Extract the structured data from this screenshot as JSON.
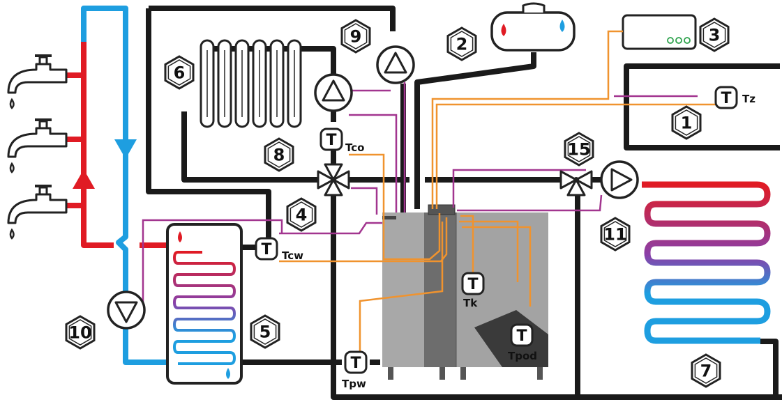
{
  "diagram": {
    "badges": [
      {
        "id": "b1",
        "text": "1"
      },
      {
        "id": "b2",
        "text": "2"
      },
      {
        "id": "b3",
        "text": "3"
      },
      {
        "id": "b4",
        "text": "4"
      },
      {
        "id": "b5",
        "text": "5"
      },
      {
        "id": "b6",
        "text": "6"
      },
      {
        "id": "b7",
        "text": "7"
      },
      {
        "id": "b8",
        "text": "8"
      },
      {
        "id": "b9",
        "text": "9"
      },
      {
        "id": "b10",
        "text": "10"
      },
      {
        "id": "b11",
        "text": "11"
      },
      {
        "id": "b15",
        "text": "15"
      }
    ],
    "sensors": [
      {
        "id": "tz",
        "symbol": "T",
        "label": "Tz"
      },
      {
        "id": "tco",
        "symbol": "T",
        "label": "Tco"
      },
      {
        "id": "tcw",
        "symbol": "T",
        "label": "Tcw"
      },
      {
        "id": "tk",
        "symbol": "T",
        "label": "Tk"
      },
      {
        "id": "tpod",
        "symbol": "T",
        "label": "Tpod"
      },
      {
        "id": "tpw",
        "symbol": "T",
        "label": "Tpw"
      }
    ],
    "colors": {
      "pipe": "#1a1a1a",
      "hot": "#e01b24",
      "cold": "#1e9ee0",
      "sensor_wire": "#f0932e",
      "control_wire": "#a2358f",
      "boiler": "#9a9a9a",
      "boiler_dark": "#6d6d6d"
    }
  }
}
